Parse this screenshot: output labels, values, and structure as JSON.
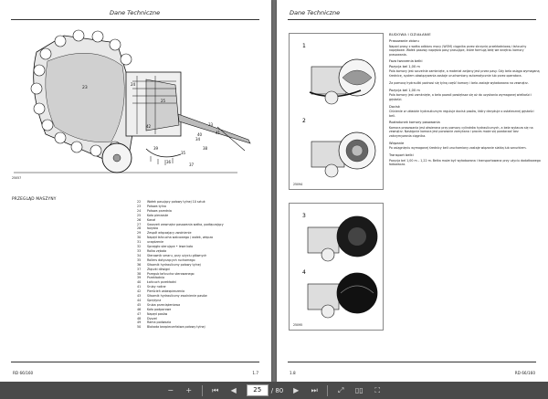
{
  "left_page": {
    "header": "Dane Techniczne",
    "figure_code": "25057",
    "section_title": "PRZEGLĄD MASZYNY",
    "callouts": [
      "23",
      "24",
      "25",
      "33",
      "34",
      "35",
      "36",
      "37",
      "38",
      "39",
      "40",
      "41",
      "42"
    ],
    "legend": [
      {
        "num": "22",
        "text": "Wałek pasujący połowy tylnej 10 sztuk"
      },
      {
        "num": "23",
        "text": "Połowa tylna"
      },
      {
        "num": "24",
        "text": "Połowa przednia"
      },
      {
        "num": "25",
        "text": "Koła pierzaste"
      },
      {
        "num": "26",
        "text": "Kanał"
      },
      {
        "num": "27",
        "text": "Sworzeń wewnątrz pasowania wałka, podłączający"
      },
      {
        "num": "28",
        "text": "łożysko"
      },
      {
        "num": "29",
        "text": "Zespół włączający zwolnienie"
      },
      {
        "num": "30",
        "text": "Napęd łańcucha walcowego / wałek, włącza"
      },
      {
        "num": "31",
        "text": "urządzenie"
      },
      {
        "num": "32",
        "text": "Sprzęgło sterujące • lewe koło"
      },
      {
        "num": "33",
        "text": "Rolka zębata"
      },
      {
        "num": "34",
        "text": "Sterownik smaru, przy użyciu głównych"
      },
      {
        "num": "35",
        "text": "Rollers dotyczących ruchomego"
      },
      {
        "num": "36",
        "text": "Siłownik hydrauliczny połowy tylnej"
      },
      {
        "num": "37",
        "text": "Złączki dźwigni"
      },
      {
        "num": "38",
        "text": "Przegub łańcucha sterowanego"
      },
      {
        "num": "39",
        "text": "Przekładnia"
      },
      {
        "num": "40",
        "text": "Łańcuch przekładni"
      },
      {
        "num": "41",
        "text": "Śruby nośne"
      },
      {
        "num": "42",
        "text": "Pierścień zabezpieczenia"
      },
      {
        "num": "43",
        "text": "Siłownik hydrauliczny zwolnienie pasów"
      },
      {
        "num": "44",
        "text": "Sprężyna"
      },
      {
        "num": "45",
        "text": "Śruba przeciążeniowa"
      },
      {
        "num": "46",
        "text": "Koło podporowe"
      },
      {
        "num": "47",
        "text": "Napęd pasów"
      },
      {
        "num": "48",
        "text": "Dyszel"
      },
      {
        "num": "49",
        "text": "Rama podwozia"
      },
      {
        "num": "50",
        "text": "Blokada bezpieczeństwa połowy tylnej"
      }
    ],
    "footer_left": "RD 66/160",
    "footer_right": "1.7"
  },
  "right_page": {
    "header": "Dane Techniczne",
    "fig_nums": [
      "1",
      "2",
      "3",
      "4"
    ],
    "fig_codes": [
      "25094",
      "25095"
    ],
    "blocks": [
      {
        "type": "title",
        "text": "BUDOWA I DZIAŁANIE"
      },
      {
        "type": "sub",
        "text": "Prasowanie zbioru"
      },
      {
        "type": "para",
        "text": "Napęd prasy z wałka odbioru mocy (WOM) ciągnika przez skrzynię przekładniową i łańcuchy napędowe. Wałek pasowy napędza pasy prasujące, które formują belę we wnętrzu komory prasowania."
      },
      {
        "type": "sub",
        "text": "Faza tworzenia belki"
      },
      {
        "type": "sub",
        "text": "Pozycja bel 1,00 m"
      },
      {
        "type": "para",
        "text": "Pola komory jest szczelnie zamknięte, a materiał zwijany jest przez pasy. Gdy bela osiąga wymaganą średnicę, system obwiązywania zostaje uruchomiony automatycznie lub przez operatora."
      },
      {
        "type": "para",
        "text": "Za pomocą hydrauliki podnosi się tylną część komory i bela zostaje wyładowana na zewnątrz."
      },
      {
        "type": "sub",
        "text": "Pozycja bel 1,00 m"
      },
      {
        "type": "para",
        "text": "Pola komory jest zamknięte, a bela powoli powiększa się aż do uzyskania wymaganej wielkości i gęstości."
      },
      {
        "type": "sub",
        "text": "Docisk"
      },
      {
        "type": "para",
        "text": "Ciśnienie w układzie hydraulicznym reguluje docisk pasów, który decyduje o ostatecznej gęstości beli."
      },
      {
        "type": "sub",
        "text": "Rozładunek komory pasowania"
      },
      {
        "type": "para",
        "text": "Komora prasowania jest otwierana przy pomocy cylindrów hydraulicznych, a bela wytacza się na zewnątrz. Następnie komora jest ponownie zamykana i proces może się powtarzać bez zatrzymywania ciągnika."
      },
      {
        "type": "sub",
        "text": "Wiązanie"
      },
      {
        "type": "para",
        "text": "Po osiągnięciu wymaganej średnicy beli uruchamiany zostaje wiązanie siatką lub sznurkiem."
      },
      {
        "type": "sub",
        "text": "Transport belki"
      },
      {
        "type": "para",
        "text": "Pozycja bel 1,00 m – 1,22 m. Belka może być wyładowana i transportowana przy użyciu dodatkowego ładowacza."
      }
    ],
    "footer_left": "1.8",
    "footer_right": "RD 66/160"
  },
  "toolbar": {
    "current_page": "25",
    "page_count": "/ 80",
    "icons": [
      "zoom-out-icon",
      "zoom-in-icon",
      "first-page-icon",
      "previous-page-icon",
      "next-page-icon",
      "last-page-icon",
      "fit-page-icon",
      "two-page-icon",
      "fullscreen-icon"
    ]
  }
}
